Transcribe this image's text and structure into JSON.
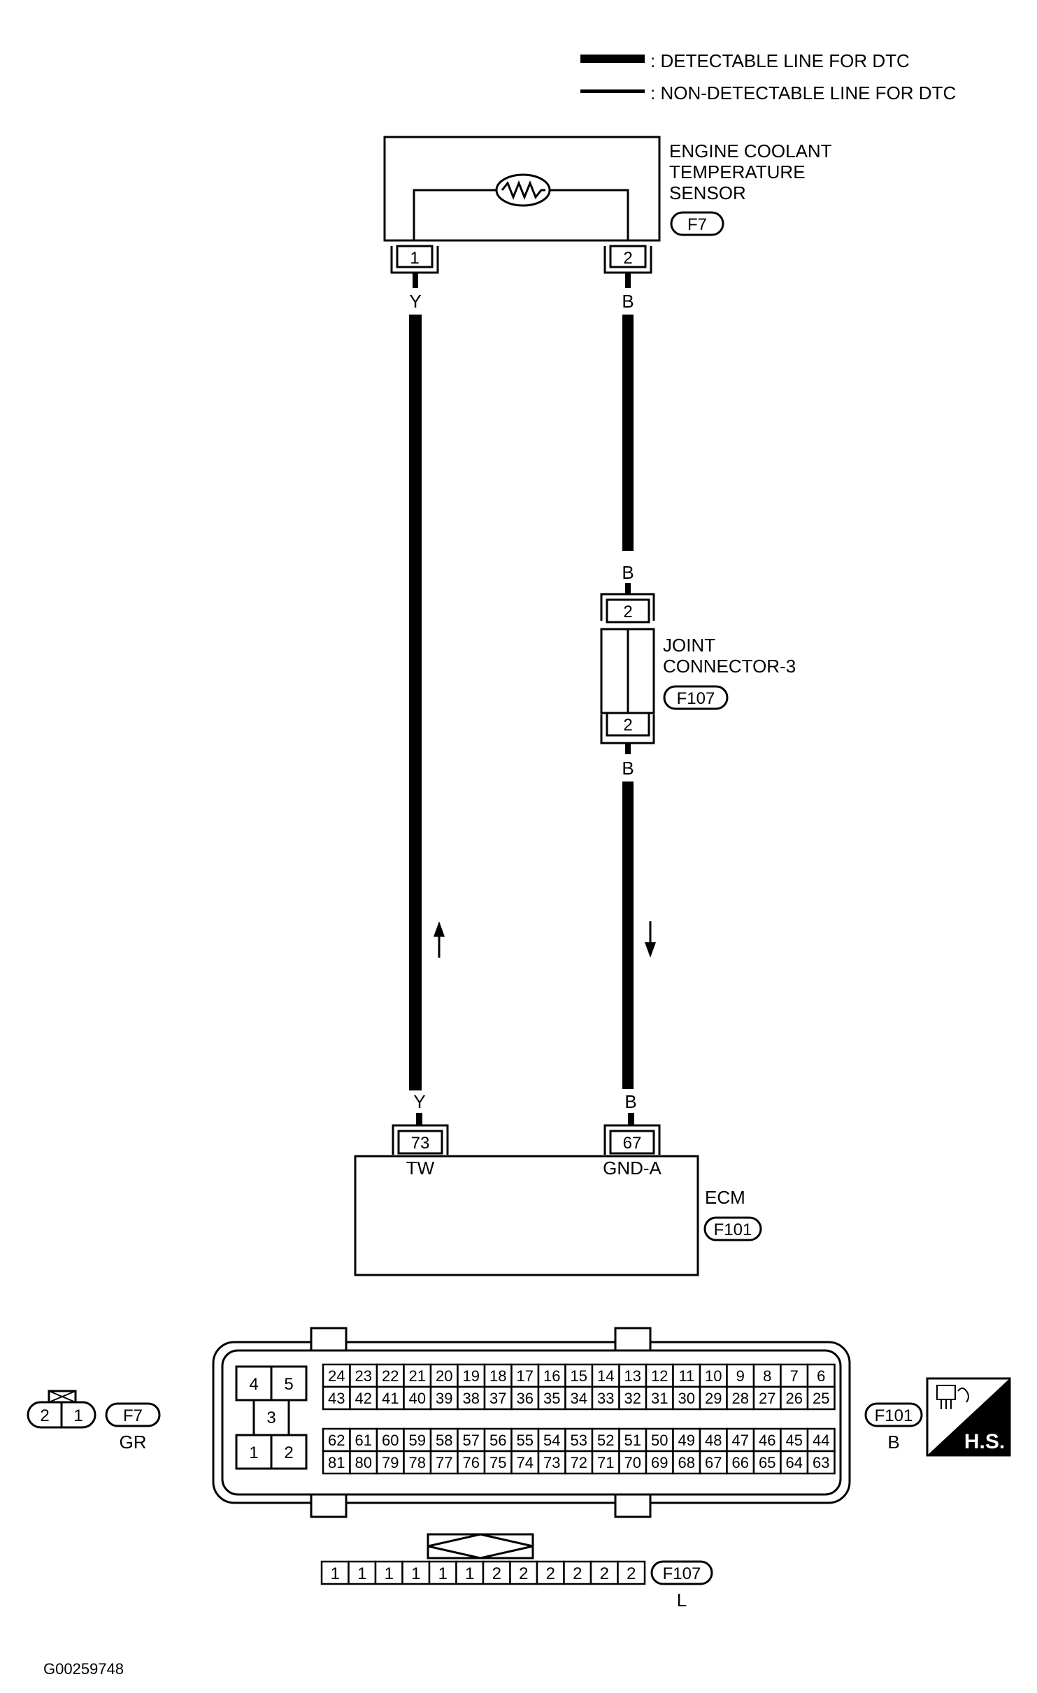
{
  "legend": {
    "detectable": ": DETECTABLE LINE FOR DTC",
    "non_detectable": ": NON-DETECTABLE LINE FOR DTC"
  },
  "sensor": {
    "name_lines": [
      "ENGINE COOLANT",
      "TEMPERATURE",
      "SENSOR"
    ],
    "connector_id": "F7",
    "pin_left": "1",
    "pin_right": "2"
  },
  "wires": {
    "signal_color_top": "Y",
    "signal_color_bottom": "Y",
    "ground_color_top": "B",
    "ground_color_mid_a": "B",
    "ground_color_mid_b": "B",
    "ground_color_bottom": "B"
  },
  "joint": {
    "name_lines": [
      "JOINT",
      "CONNECTOR-3"
    ],
    "connector_id": "F107",
    "pin_top": "2",
    "pin_bottom": "2"
  },
  "ecm": {
    "name": "ECM",
    "connector_id": "F101",
    "pin_tw": "73",
    "pin_gnd": "67",
    "terminal_tw": "TW",
    "terminal_gnd": "GND-A"
  },
  "connector_views": {
    "f7": {
      "pins": [
        "2",
        "1"
      ],
      "id": "F7",
      "color": "GR"
    },
    "f101": {
      "id": "F101",
      "color": "B",
      "left_block": [
        "4",
        "5",
        "3",
        "1",
        "2"
      ],
      "row1": [
        "24",
        "23",
        "22",
        "21",
        "20",
        "19",
        "18",
        "17",
        "16",
        "15",
        "14",
        "13",
        "12",
        "11",
        "10",
        "9",
        "8",
        "7",
        "6"
      ],
      "row2": [
        "43",
        "42",
        "41",
        "40",
        "39",
        "38",
        "37",
        "36",
        "35",
        "34",
        "33",
        "32",
        "31",
        "30",
        "29",
        "28",
        "27",
        "26",
        "25"
      ],
      "row3": [
        "62",
        "61",
        "60",
        "59",
        "58",
        "57",
        "56",
        "55",
        "54",
        "53",
        "52",
        "51",
        "50",
        "49",
        "48",
        "47",
        "46",
        "45",
        "44"
      ],
      "row4": [
        "81",
        "80",
        "79",
        "78",
        "77",
        "76",
        "75",
        "74",
        "73",
        "72",
        "71",
        "70",
        "69",
        "68",
        "67",
        "66",
        "65",
        "64",
        "63"
      ]
    },
    "f107": {
      "id": "F107",
      "color": "L",
      "pins": [
        "1",
        "1",
        "1",
        "1",
        "1",
        "1",
        "2",
        "2",
        "2",
        "2",
        "2",
        "2"
      ]
    }
  },
  "hs_badge": "H.S.",
  "figure_code": "G00259748"
}
